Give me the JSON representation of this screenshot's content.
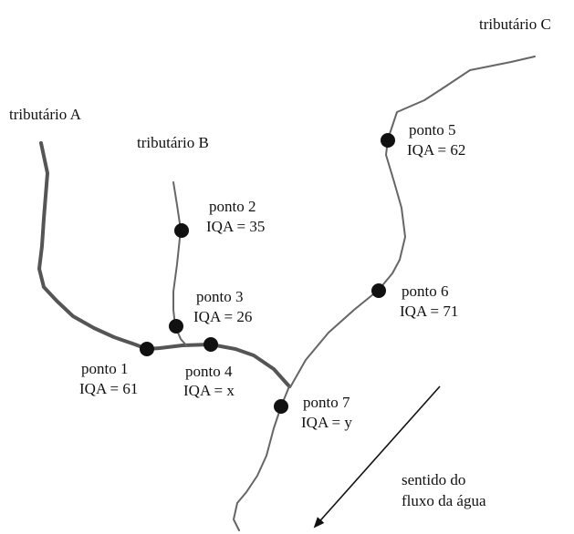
{
  "tributaries": {
    "a": "tributário A",
    "b": "tributário B",
    "c": "tributário C"
  },
  "points": [
    {
      "name": "ponto 1",
      "iqa": "IQA = 61"
    },
    {
      "name": "ponto 2",
      "iqa": "IQA = 35"
    },
    {
      "name": "ponto 3",
      "iqa": "IQA = 26"
    },
    {
      "name": "ponto 4",
      "iqa": "IQA = x"
    },
    {
      "name": "ponto 5",
      "iqa": "IQA = 62"
    },
    {
      "name": "ponto 6",
      "iqa": "IQA = 71"
    },
    {
      "name": "ponto 7",
      "iqa": "IQA = y"
    }
  ],
  "flow": {
    "line1": "sentido do",
    "line2": "fluxo da água"
  }
}
